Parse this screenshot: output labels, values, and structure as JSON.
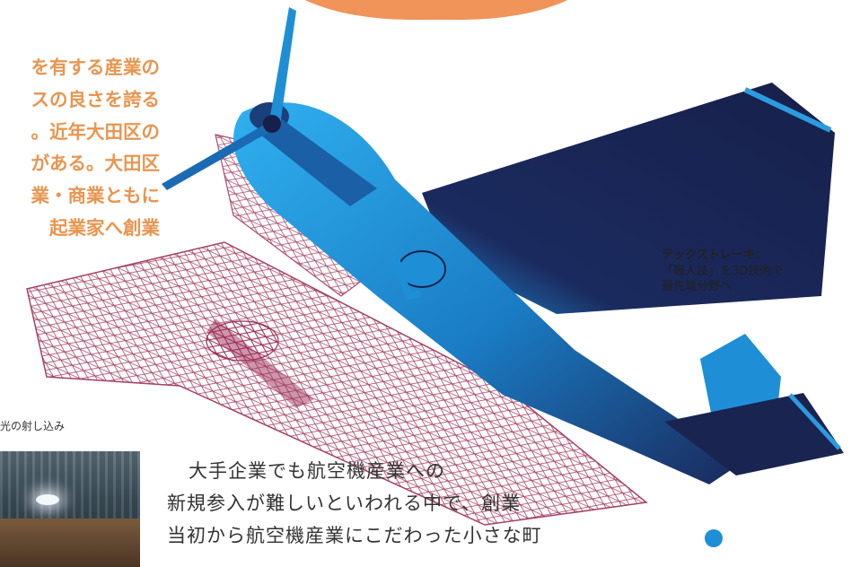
{
  "orange_text": {
    "lines": [
      "を有する産業の",
      "スの良さを誇る",
      "。近年大田区の",
      "がある。大田区",
      "業・商業ともに",
      "起業家へ創業"
    ]
  },
  "caption": {
    "title": "テックストレーキ：",
    "line1": "「職人技」を3D技術で",
    "line2": "最先端分野へ"
  },
  "photo": {
    "caption": "光の射し込み"
  },
  "body_text": {
    "lines": [
      "大手企業でも航空機産業への",
      "新規参入が難しいといわれる中で、創業",
      "当初から航空機産業にこだわった小さな町"
    ]
  },
  "colors": {
    "orange": "#e8954f",
    "plane_blue": "#1e8fd6",
    "plane_dark": "#1a2450",
    "mesh": "#9c2d55"
  }
}
